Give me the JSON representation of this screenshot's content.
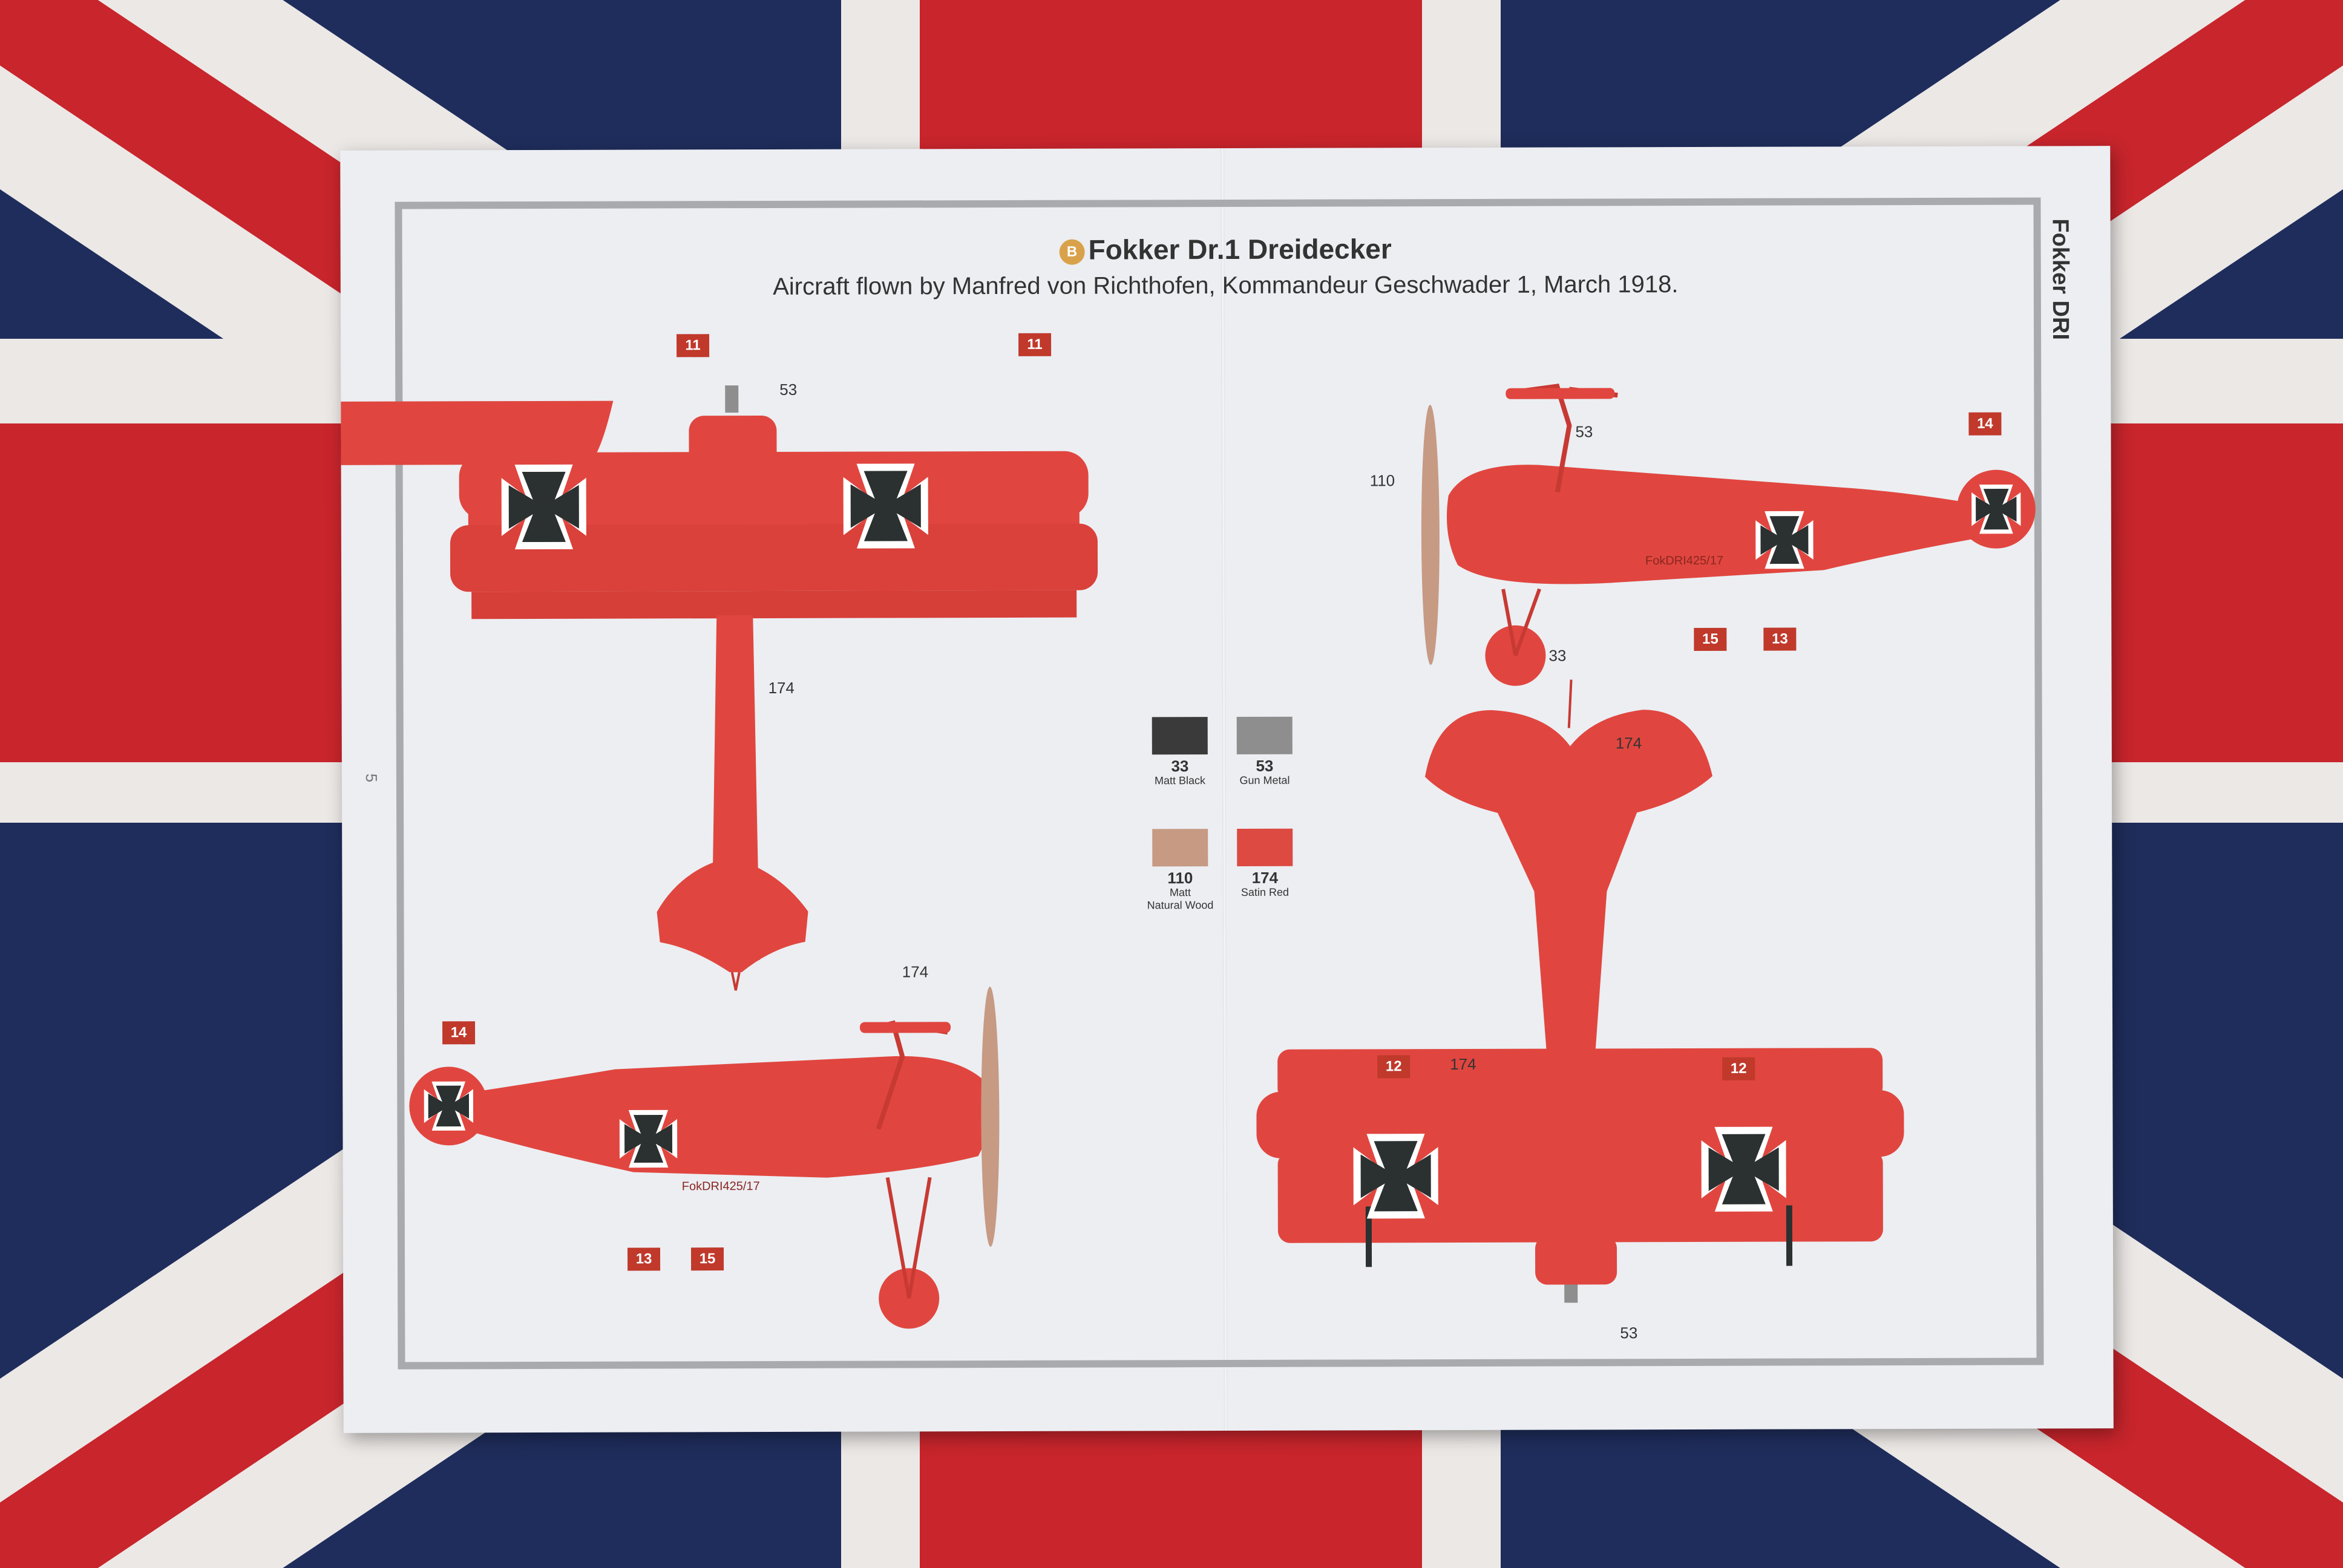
{
  "sheet": {
    "badge": "B",
    "title": "Fokker Dr.1 Dreidecker",
    "subtitle": "Aircraft flown by Manfred von Richthofen, Kommandeur Geschwader 1, March 1918.",
    "side_label": "Fokker DRI",
    "page_number": "5"
  },
  "colors": {
    "flag_blue": "#1f2d5c",
    "flag_red": "#c8252c",
    "flag_white": "#ece8e6",
    "aircraft_red": "#e0463f",
    "cross_black": "#2b3030"
  },
  "palette": [
    {
      "number": "33",
      "name": "Matt Black",
      "color": "#3a3a3a"
    },
    {
      "number": "53",
      "name": "Gun Metal",
      "color": "#8e8e8e"
    },
    {
      "number": "110",
      "name": "Matt\nNatural Wood",
      "color": "#c79a84"
    },
    {
      "number": "174",
      "name": "Satin Red",
      "color": "#dc4a42"
    }
  ],
  "callouts": {
    "top": {
      "gun": "53",
      "fuselage": "174",
      "tail": "174",
      "decal_left": "11",
      "decal_right": "11"
    },
    "right_side": {
      "prop": "110",
      "gun": "53",
      "wheel": "33",
      "decal_roundel": "14",
      "decal_15": "15",
      "decal_13": "13"
    },
    "left_side": {
      "decal_roundel": "14",
      "decal_13": "13",
      "decal_15": "15"
    },
    "bottom": {
      "tail": "174",
      "wing": "174",
      "gun": "53",
      "decal_left": "12",
      "decal_right": "12"
    }
  },
  "serial": "FokDRI425/17"
}
